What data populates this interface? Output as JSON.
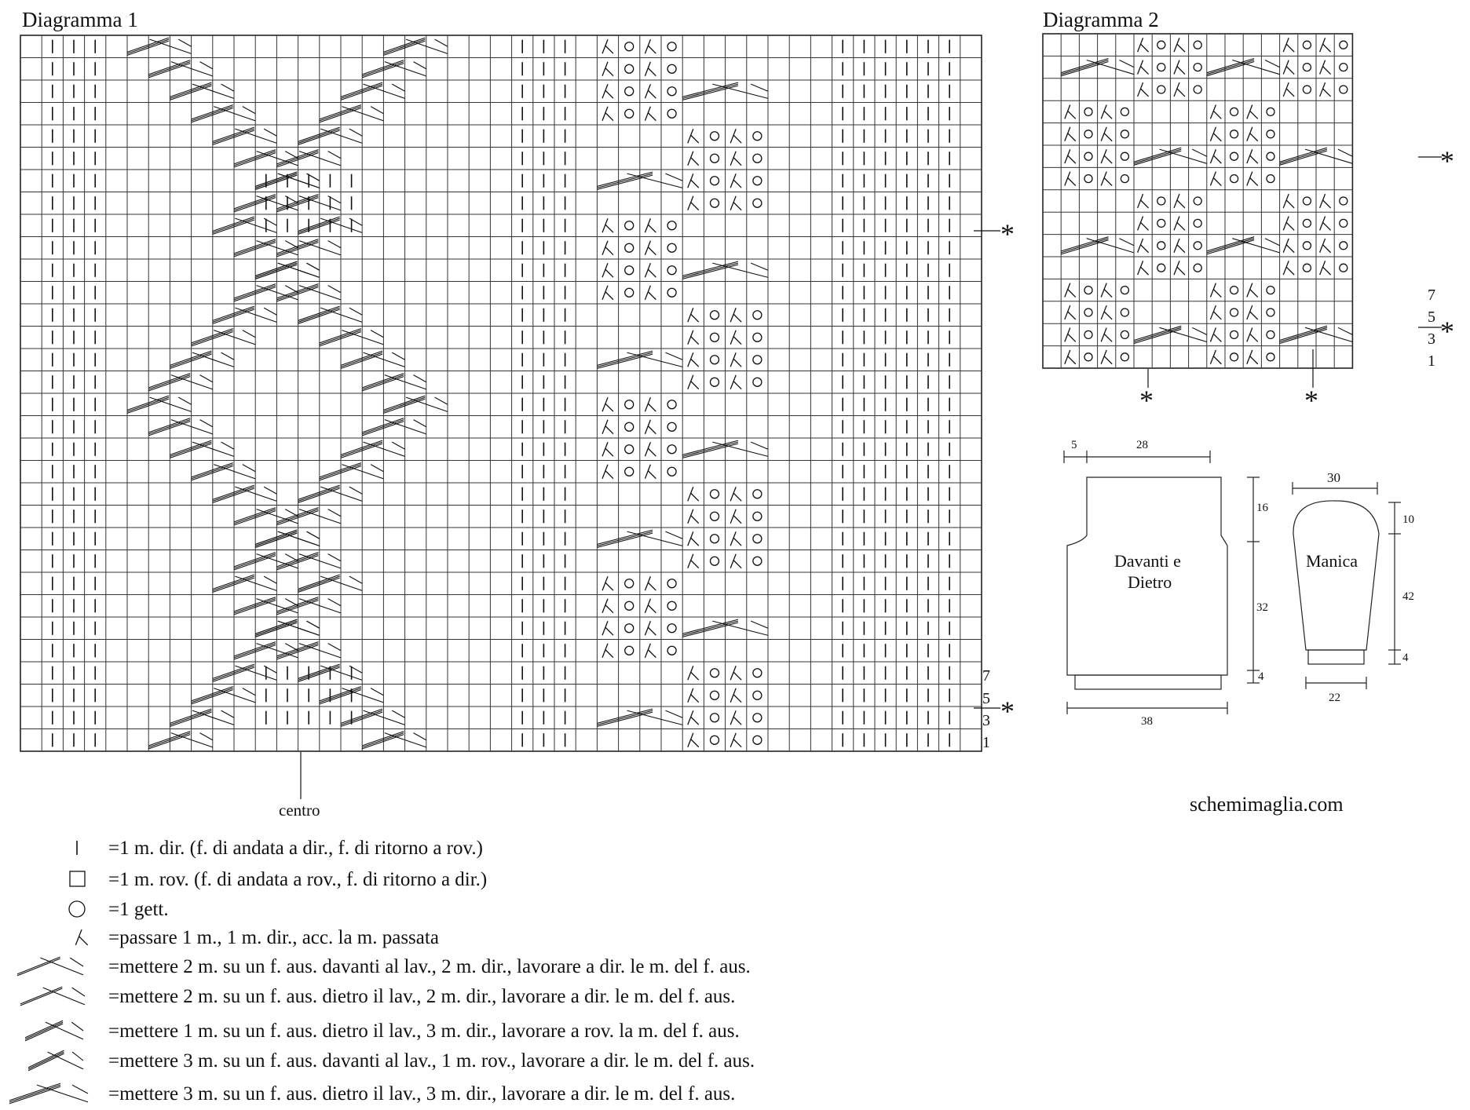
{
  "diagram1": {
    "title": "Diagramma 1",
    "row_numbers": [
      "7",
      "5",
      "3",
      "1"
    ],
    "center_label": "centro",
    "marker": "*"
  },
  "diagram2": {
    "title": "Diagramma 2",
    "row_numbers": [
      "7",
      "5",
      "3",
      "1"
    ],
    "marker": "*"
  },
  "schematic": {
    "body": {
      "label_line1": "Davanti e",
      "label_line2": "Dietro",
      "dimensions": [
        "5",
        "28",
        "16",
        "32",
        "4",
        "38"
      ]
    },
    "sleeve": {
      "label": "Manica",
      "dimensions": [
        "30",
        "10",
        "42",
        "4",
        "22"
      ]
    }
  },
  "legend": [
    {
      "symbol": "knit-stitch-icon",
      "text": "=1 m. dir. (f. di andata a dir., f. di ritorno a rov.)"
    },
    {
      "symbol": "purl-stitch-icon",
      "text": "=1 m. rov. (f. di andata a rov., f. di ritorno a dir.)"
    },
    {
      "symbol": "yarn-over-icon",
      "text": "=1 gett."
    },
    {
      "symbol": "decrease-icon",
      "text": "=passare 1 m., 1 m. dir., acc. la m. passata"
    },
    {
      "symbol": "cable-2-2-front-icon",
      "text": "=mettere 2 m. su un f. aus. davanti al lav., 2 m. dir., lavorare a dir. le m. del f. aus."
    },
    {
      "symbol": "cable-2-2-back-icon",
      "text": "=mettere 2 m. su un f. aus. dietro il lav., 2 m. dir., lavorare a dir. le m. del f. aus."
    },
    {
      "symbol": "cable-1-3-back-icon",
      "text": "=mettere 1 m. su un f. aus. dietro il lav., 3 m. dir., lavorare a rov. la m. del f. aus."
    },
    {
      "symbol": "cable-3-1-front-icon",
      "text": "=mettere 3 m. su un f. aus. davanti al lav., 1 m. rov., lavorare a dir. le m. del f. aus."
    },
    {
      "symbol": "cable-3-3-back-icon",
      "text": "=mettere 3 m. su un f. aus. dietro il lav., 3 m. dir., lavorare a dir. le m. del f. aus."
    }
  ],
  "website": "schemimaglia.com"
}
